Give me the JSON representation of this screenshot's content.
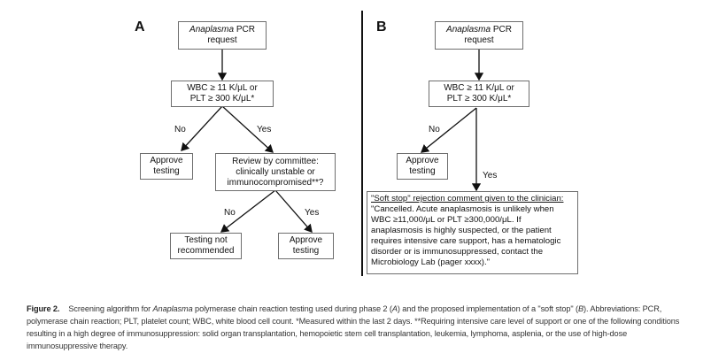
{
  "panel_a": {
    "letter": "A",
    "start": {
      "italic": "Anaplasma",
      "rest": " PCR",
      "line2": "request"
    },
    "criteria": {
      "line1": "WBC ≥ 11 K/μL or",
      "line2": "PLT ≥ 300 K/μL*"
    },
    "no_label": "No",
    "yes_label": "Yes",
    "approve_left": {
      "line1": "Approve",
      "line2": "testing"
    },
    "review": {
      "line1": "Review by committee:",
      "line2": "clinically unstable or",
      "line3": "immunocompromised**?"
    },
    "no2_label": "No",
    "yes2_label": "Yes",
    "not_recommended": {
      "line1": "Testing not",
      "line2": "recommended"
    },
    "approve_right": {
      "line1": "Approve",
      "line2": "testing"
    }
  },
  "panel_b": {
    "letter": "B",
    "start": {
      "italic": "Anaplasma",
      "rest": " PCR",
      "line2": "request"
    },
    "criteria": {
      "line1": "WBC ≥ 11 K/μL or",
      "line2": "PLT ≥ 300 K/μL*"
    },
    "no_label": "No",
    "yes_label": "Yes",
    "approve": {
      "line1": "Approve",
      "line2": "testing"
    },
    "soft_stop": {
      "title": "\"Soft stop\" rejection comment given to the clinician:",
      "lines": [
        "\"Cancelled. Acute anaplasmosis is unlikely when",
        "WBC ≥11,000/μL or PLT ≥300,000/μL. If",
        "anaplasmosis is highly suspected, or the patient",
        "requires intensive care support, has a hematologic",
        "disorder or is immunosuppressed, contact the",
        "Microbiology Lab (pager xxxx).\""
      ]
    }
  },
  "caption": {
    "figure_label": "Figure 2.",
    "part1": "Screening algorithm for ",
    "italic1": "Anaplasma",
    "part2": " polymerase chain reaction testing used during phase 2 (",
    "italicA": "A",
    "part3": ") and the proposed implementation of a \"soft stop\" (",
    "italicB": "B",
    "part4": "). Abbreviations: PCR, polymerase chain reaction; PLT, platelet count; WBC, white blood cell count. *Measured within the last 2 days. **Requiring intensive care level of support or one of the following conditions resulting in a high degree of immunosuppression: solid organ transplantation, hemopoietic stem cell transplantation, leukemia, lymphoma, asplenia, or the use of high-dose immunosuppressive therapy."
  }
}
